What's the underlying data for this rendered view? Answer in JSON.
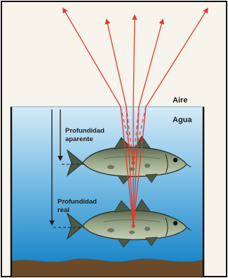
{
  "labels": {
    "air": "Aire",
    "water": "Agua",
    "apparent_depth_line1": "Profundidad",
    "apparent_depth_line2": "aparente",
    "real_depth_line1": "Profundidad",
    "real_depth_line2": "real"
  },
  "colors": {
    "paper": "#f7f4ec",
    "water_top": "#cfe6f3",
    "water_bottom": "#1f8fd0",
    "ray": "#e03a2a",
    "sediment": "#6b4a2a",
    "fish_body": "#8a9a7a",
    "fish_fin": "#4a5a46",
    "text": "#1c1c1c"
  },
  "icons": {
    "real_fish": "fish-icon",
    "apparent_fish": "fish-icon"
  }
}
